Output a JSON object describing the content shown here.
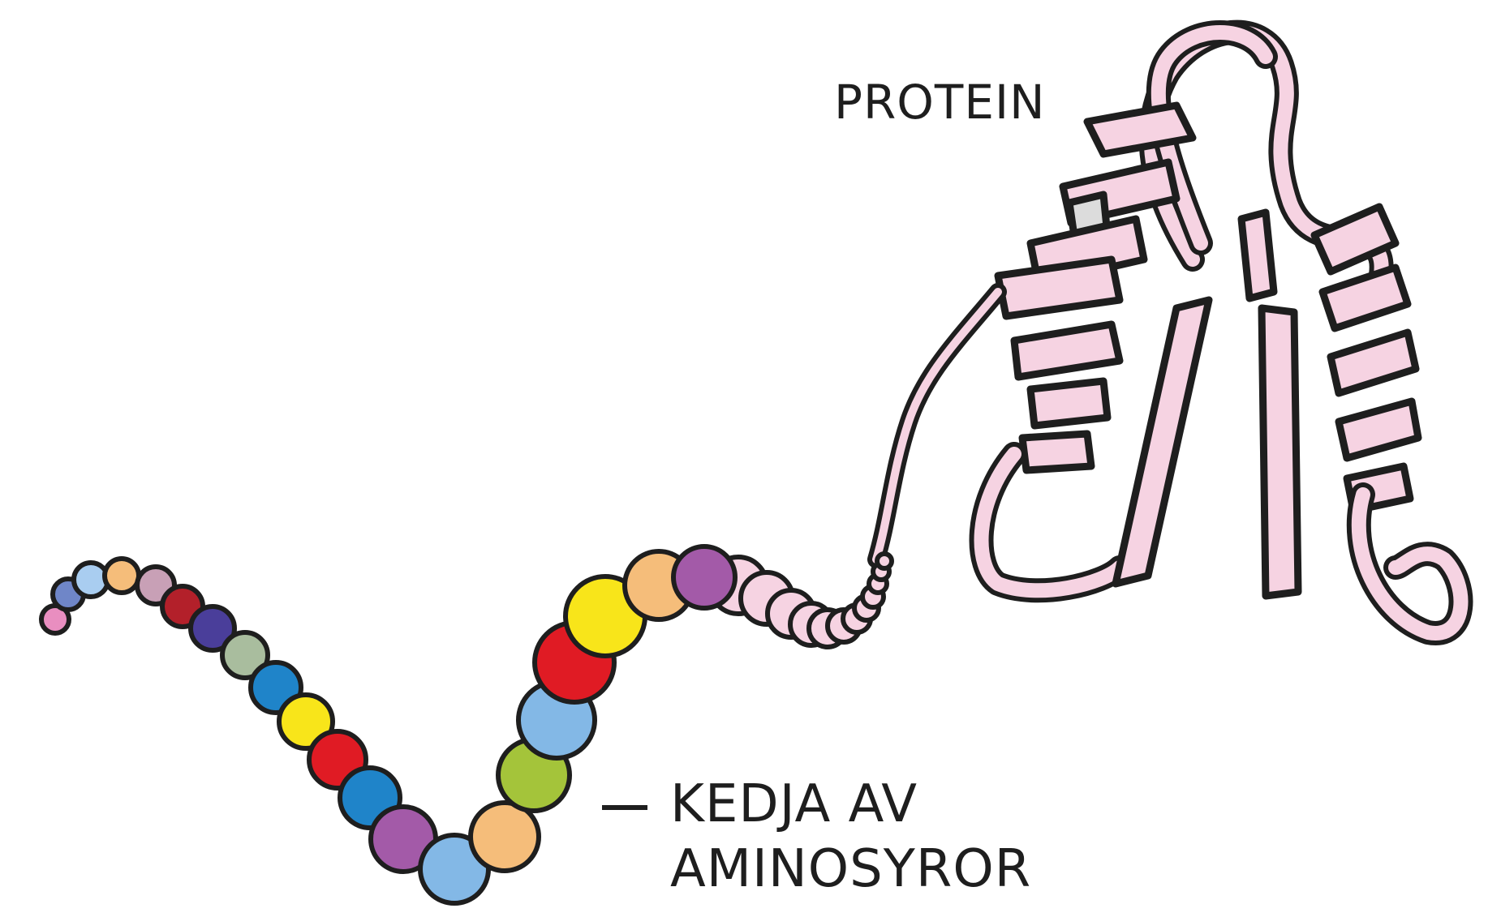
{
  "labels": {
    "protein": "PROTEIN",
    "chain_line1": "KEDJA AV",
    "chain_line2": "AMINOSYROR"
  },
  "colors": {
    "outline": "#1e1e1e",
    "protein_fill": "#f6d3e2",
    "protein_shade": "#dcdcdc"
  },
  "chain": {
    "beads": [
      {
        "color": "#e98ec0"
      },
      {
        "color": "#6f86c8"
      },
      {
        "color": "#a9cdf0"
      },
      {
        "color": "#f5bd7a"
      },
      {
        "color": "#c8a0b6"
      },
      {
        "color": "#b3202a"
      },
      {
        "color": "#4a3e9a"
      },
      {
        "color": "#a9bd9e"
      },
      {
        "color": "#1f84c9"
      },
      {
        "color": "#f8e51a"
      },
      {
        "color": "#e01b24"
      },
      {
        "color": "#1f84c9"
      },
      {
        "color": "#a35aa8"
      },
      {
        "color": "#83b8e6"
      },
      {
        "color": "#f5bd7a"
      },
      {
        "color": "#a4c43a"
      },
      {
        "color": "#83b8e6"
      },
      {
        "color": "#e01b24"
      },
      {
        "color": "#f8e51a"
      },
      {
        "color": "#f5bd7a"
      },
      {
        "color": "#a35aa8"
      }
    ]
  }
}
